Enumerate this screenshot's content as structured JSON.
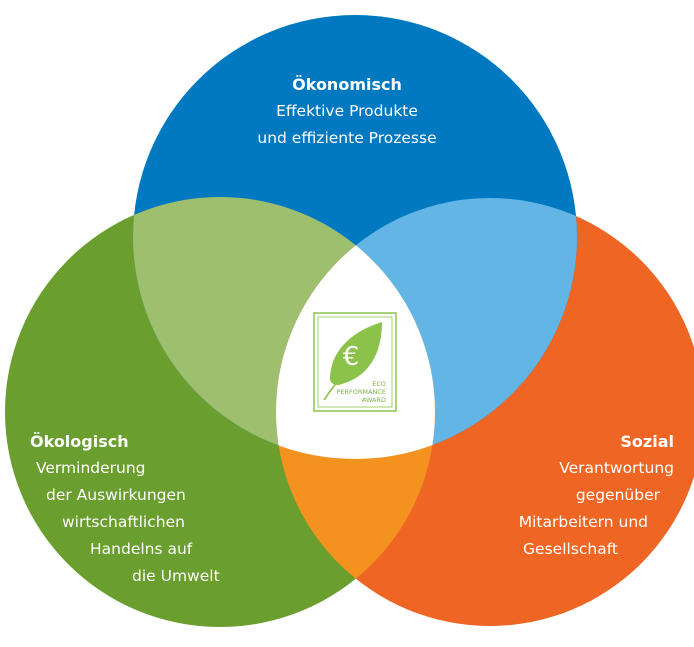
{
  "colors": {
    "blue": "#0079C1",
    "green": "#6A9E2F",
    "orange": "#EE6524",
    "blue_green": "#9DBF6E",
    "blue_orange": "#62B5E5",
    "green_orange": "#F4921F",
    "center": "#FFFFFF",
    "logo_accent": "#8BC34A"
  },
  "circles": {
    "top": {
      "title": "Ökonomisch",
      "lines": [
        "Effektive Produkte",
        "und effiziente Prozesse"
      ]
    },
    "left": {
      "title": "Ökologisch",
      "lines": [
        "Verminderung",
        "der Auswirkungen",
        "wirtschaftlichen",
        "Handelns auf",
        "die Umwelt"
      ]
    },
    "right": {
      "title": "Sozial",
      "lines": [
        "Verantwortung",
        "gegenüber",
        "Mitarbeitern und",
        "Gesellschaft"
      ]
    }
  },
  "logo": {
    "icon": "euro-leaf-icon",
    "symbol": "€",
    "lines": [
      "ECO",
      "PERFORMANCE",
      "AWARD"
    ]
  }
}
